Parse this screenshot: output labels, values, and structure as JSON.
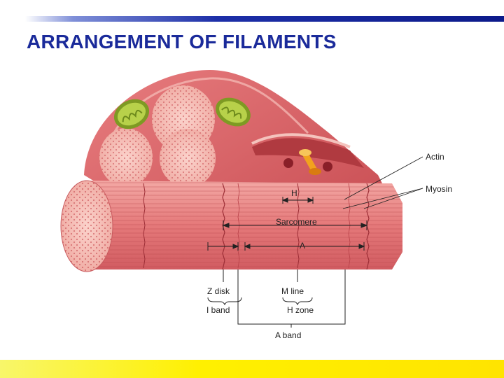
{
  "title": "ARRANGEMENT OF FILAMENTS",
  "labels": {
    "actin": "Actin",
    "myosin": "Myosin",
    "h": "H",
    "sarcomere": "Sarcomere",
    "a": "A",
    "z_disk": "Z disk",
    "m_line": "M line",
    "i_band": "I band",
    "h_zone": "H zone",
    "a_band": "A band"
  },
  "colors": {
    "title": "#1a2a9a",
    "muscle": "#e8787a",
    "muscle_dark": "#c5464c",
    "fiber_end": "#f4b8b0",
    "mitochondria": "#9cbb3a",
    "capillary": "#f2a21e",
    "accent_bar": "#fff000"
  }
}
